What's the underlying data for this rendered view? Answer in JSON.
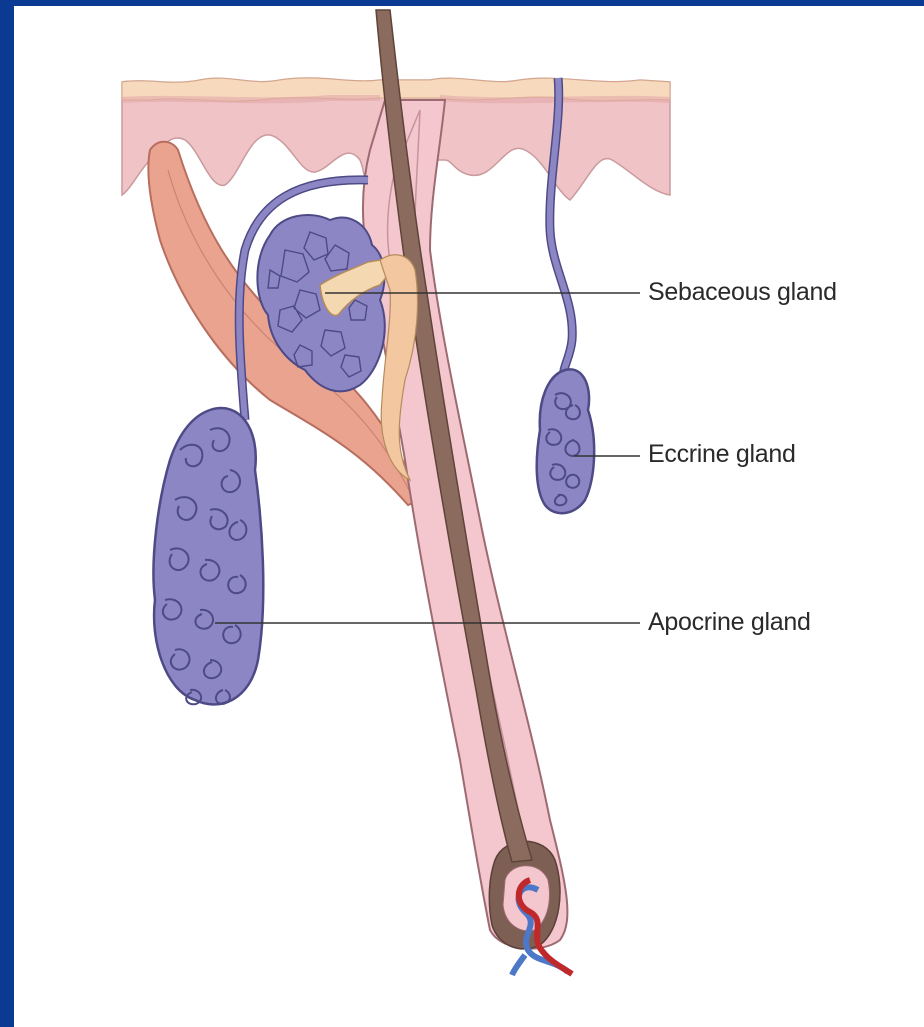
{
  "labels": {
    "sebaceous": "Sebaceous gland",
    "eccrine": "Eccrine gland",
    "apocrine": "Apocrine gland"
  },
  "colors": {
    "frame": "#0b3a92",
    "background": "#ffffff",
    "skin": "#f1c6c8",
    "epidermis_top": "#f6d6b8",
    "hair_shaft": "#8a6a5c",
    "follicle_sheath": "#f4c9cf",
    "gland_fill": "#8d86c4",
    "gland_line": "#4d4a86",
    "sebaceous_fill": "#f3d8b2",
    "muscle": "#eba692",
    "duct": "#7a78bd",
    "artery": "#c0292b",
    "vein": "#4d77c7",
    "leader_line": "#333333"
  }
}
